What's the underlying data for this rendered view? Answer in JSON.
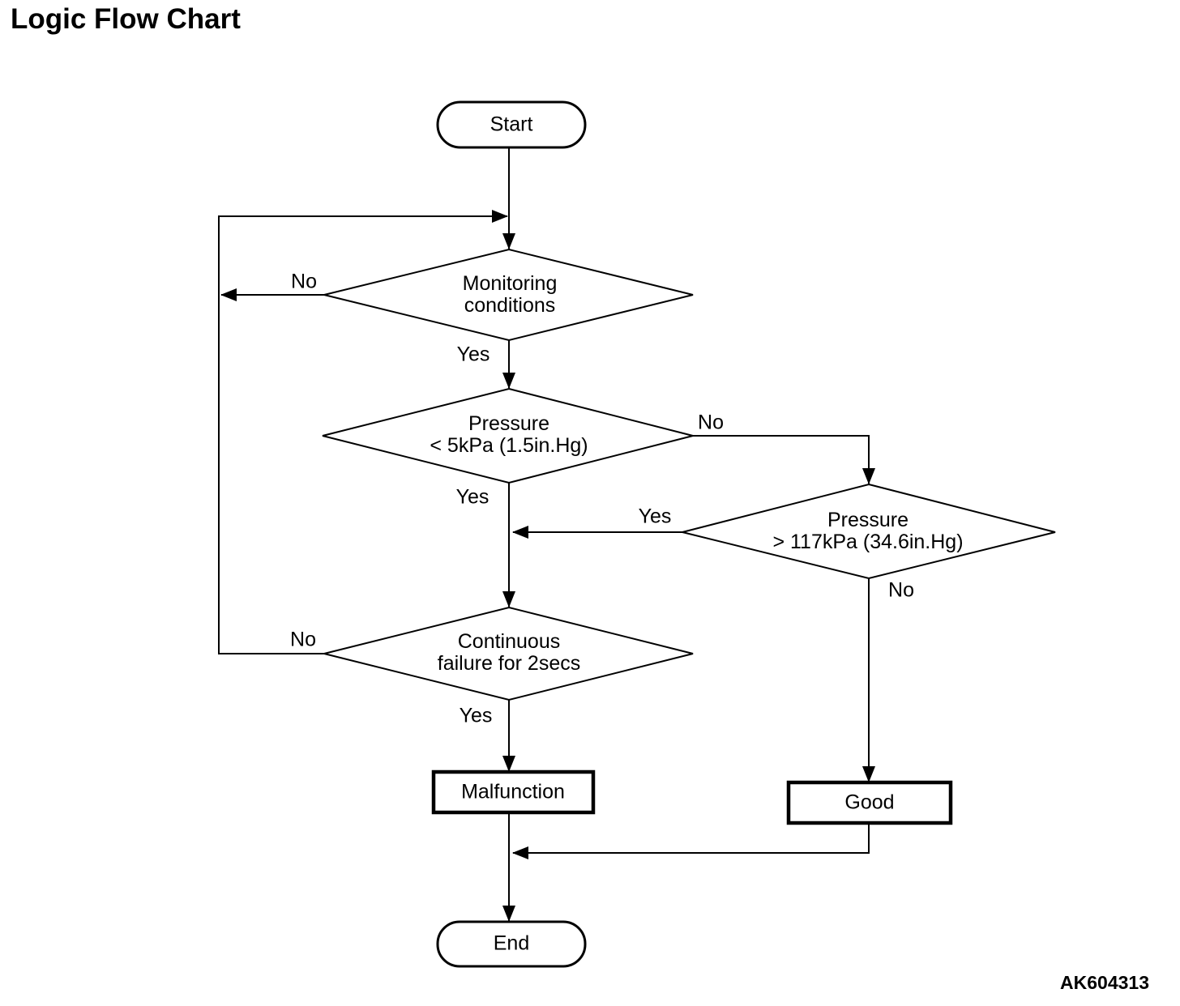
{
  "title": "Logic Flow Chart",
  "figure_code": "AK604313",
  "colors": {
    "ink": "#000000",
    "background": "#ffffff"
  },
  "flowchart": {
    "nodes": [
      {
        "id": "start",
        "type": "terminator",
        "label": "Start"
      },
      {
        "id": "monitoring",
        "type": "decision",
        "label": "Monitoring\nconditions"
      },
      {
        "id": "pressure_low",
        "type": "decision",
        "label": "Pressure\n< 5kPa (1.5in.Hg)"
      },
      {
        "id": "pressure_high",
        "type": "decision",
        "label": "Pressure\n> 117kPa (34.6in.Hg)"
      },
      {
        "id": "continuous_failure",
        "type": "decision",
        "label": "Continuous\nfailure for 2secs"
      },
      {
        "id": "malfunction",
        "type": "process",
        "label": "Malfunction"
      },
      {
        "id": "good",
        "type": "process",
        "label": "Good"
      },
      {
        "id": "end",
        "type": "terminator",
        "label": "End"
      }
    ],
    "edges": [
      {
        "from": "start",
        "to": "monitoring",
        "label": ""
      },
      {
        "from": "monitoring",
        "to": "pressure_low",
        "label": "Yes"
      },
      {
        "from": "monitoring",
        "to": "monitoring",
        "label": "No"
      },
      {
        "from": "pressure_low",
        "to": "continuous_failure",
        "label": "Yes"
      },
      {
        "from": "pressure_low",
        "to": "pressure_high",
        "label": "No"
      },
      {
        "from": "pressure_high",
        "to": "continuous_failure",
        "label": "Yes"
      },
      {
        "from": "pressure_high",
        "to": "good",
        "label": "No"
      },
      {
        "from": "continuous_failure",
        "to": "malfunction",
        "label": "Yes"
      },
      {
        "from": "continuous_failure",
        "to": "monitoring",
        "label": "No"
      },
      {
        "from": "malfunction",
        "to": "end",
        "label": ""
      },
      {
        "from": "good",
        "to": "end",
        "label": ""
      }
    ]
  }
}
